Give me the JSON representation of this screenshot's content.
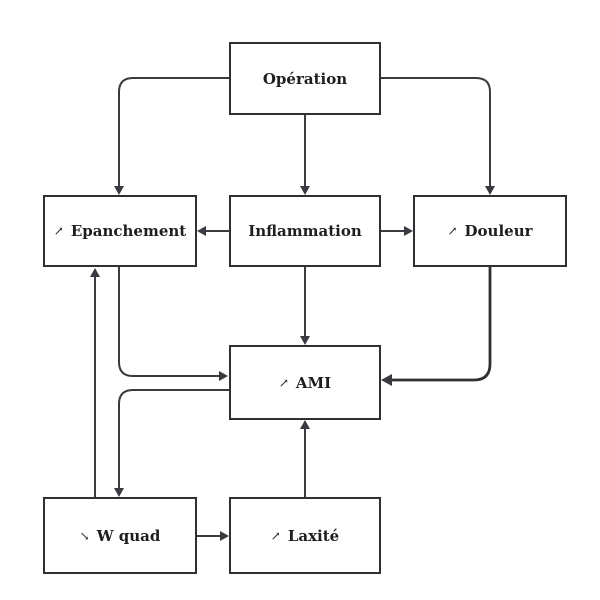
{
  "diagram": {
    "nodes": {
      "operation": {
        "label": "Opération",
        "prefix": ""
      },
      "inflammation": {
        "label": "Inflammation",
        "prefix": ""
      },
      "epanchement": {
        "label": "Epanchement",
        "prefix": "↗"
      },
      "douleur": {
        "label": "Douleur",
        "prefix": "↗"
      },
      "ami": {
        "label": "AMI",
        "prefix": "↗"
      },
      "wquad": {
        "label": "W quad",
        "prefix": "↘"
      },
      "laxite": {
        "label": "Laxité",
        "prefix": "↗"
      }
    },
    "edges": [
      {
        "from": "Opération",
        "to": "Epanchement"
      },
      {
        "from": "Opération",
        "to": "Inflammation"
      },
      {
        "from": "Opération",
        "to": "Douleur"
      },
      {
        "from": "Inflammation",
        "to": "Epanchement"
      },
      {
        "from": "Inflammation",
        "to": "Douleur"
      },
      {
        "from": "Inflammation",
        "to": "AMI"
      },
      {
        "from": "Epanchement",
        "to": "AMI"
      },
      {
        "from": "Douleur",
        "to": "AMI"
      },
      {
        "from": "AMI",
        "to": "W quad"
      },
      {
        "from": "W quad",
        "to": "Epanchement"
      },
      {
        "from": "W quad",
        "to": "Laxité"
      },
      {
        "from": "Laxité",
        "to": "AMI"
      }
    ],
    "colors": {
      "stroke": "#2f2f34",
      "text": "#1e1e22",
      "background": "#ffffff"
    }
  }
}
